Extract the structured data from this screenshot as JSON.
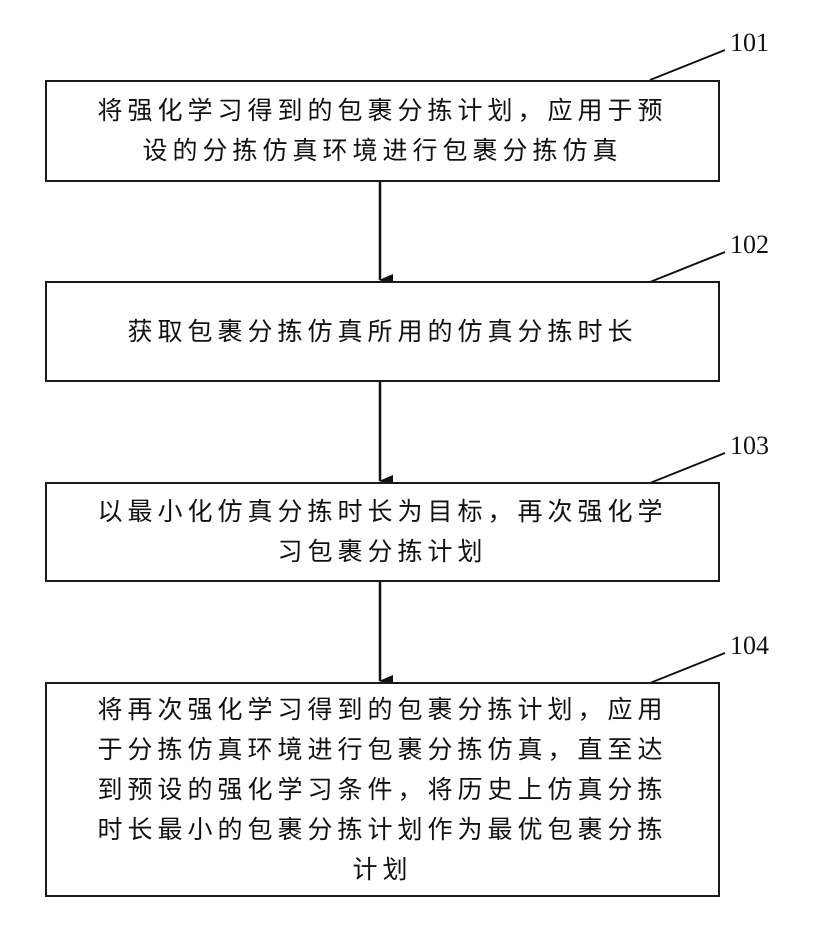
{
  "steps": [
    {
      "ref": "101",
      "text": "将强化学习得到的包裹分拣计划，应用于预\n设的分拣仿真环境进行包裹分拣仿真"
    },
    {
      "ref": "102",
      "text": "获取包裹分拣仿真所用的仿真分拣时长"
    },
    {
      "ref": "103",
      "text": "以最小化仿真分拣时长为目标，再次强化学\n习包裹分拣计划"
    },
    {
      "ref": "104",
      "text": "将再次强化学习得到的包裹分拣计划，应用\n于分拣仿真环境进行包裹分拣仿真，直至达\n到预设的强化学习条件，将历史上仿真分拣\n时长最小的包裹分拣计划作为最优包裹分拣\n计划"
    }
  ]
}
